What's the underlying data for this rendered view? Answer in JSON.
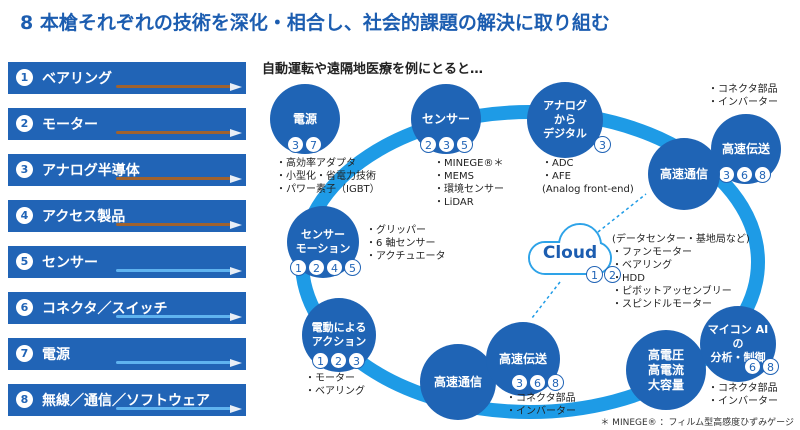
{
  "title": "8 本槍それぞれの技術を深化・相合し、社会的課題の解決に取り組む",
  "subtitle": "自動運転や遠隔地医療を例にとると…",
  "spears": [
    {
      "num": "1",
      "label": "ベアリング"
    },
    {
      "num": "2",
      "label": "モーター"
    },
    {
      "num": "3",
      "label": "アナログ半導体"
    },
    {
      "num": "4",
      "label": "アクセス製品"
    },
    {
      "num": "5",
      "label": "センサー"
    },
    {
      "num": "6",
      "label": "コネクタ／スイッチ"
    },
    {
      "num": "7",
      "label": "電源"
    },
    {
      "num": "8",
      "label": "無線／通信／ソフトウェア"
    }
  ],
  "colors": {
    "accent": "#1f64b5",
    "ring": "#1e9be6",
    "cloud_border": "#2ea3e8"
  },
  "nodes": {
    "power": {
      "label": "電源",
      "badges": [
        "3",
        "7"
      ],
      "bullets": [
        "・高効率アダプタ",
        "・小型化・省電力技術",
        "・パワー素子（IGBT）"
      ]
    },
    "sensor": {
      "label": "センサー",
      "badges": [
        "2",
        "3",
        "5"
      ],
      "bullets": [
        "・MINEGE®＊",
        "・MEMS",
        "・環境センサー",
        "・LiDAR"
      ]
    },
    "analog": {
      "label": "アナログ\nから\nデジタル",
      "badges": [
        "3"
      ],
      "bullets": [
        "・ADC",
        "・AFE",
        "(Analog front-end)"
      ]
    },
    "hs_top": {
      "label": "高速伝送",
      "badges": [
        "3",
        "6",
        "8"
      ],
      "bullets": [
        "・コネクタ部品",
        "・インバーター"
      ]
    },
    "hc_top": {
      "label": "高速通信"
    },
    "sensor_motion": {
      "label": "センサー\nモーション",
      "badges": [
        "1",
        "2",
        "4",
        "5"
      ],
      "bullets": [
        "・グリッパー",
        "・6 軸センサー",
        "・アクチュエータ"
      ]
    },
    "cloud": {
      "label": "Cloud",
      "badges": [
        "1",
        "2"
      ],
      "bullets": [
        "(データセンター・基地局など)",
        "・ファンモーター",
        "・ベアリング",
        "・HDD",
        "・ピボットアッセンブリー",
        "・スピンドルモーター"
      ]
    },
    "electric_action": {
      "label": "電動による\nアクション",
      "badges": [
        "1",
        "2",
        "3"
      ],
      "bullets": [
        "・モーター",
        "・ベアリング"
      ]
    },
    "hc_bottom": {
      "label": "高速通信"
    },
    "hs_bottom": {
      "label": "高速伝送",
      "badges": [
        "3",
        "6",
        "8"
      ],
      "bullets": [
        "・コネクタ部品",
        "・インバーター"
      ]
    },
    "hv": {
      "label": "高電圧\n高電流\n大容量"
    },
    "mcu": {
      "label": "マイコン AI\nの\n分析・制御",
      "badges": [
        "6",
        "8"
      ],
      "bullets": [
        "・コネクタ部品",
        "・インバーター"
      ]
    }
  },
  "footnote": "＊ MINEGE® ：フィルム型高感度ひずみゲージ"
}
